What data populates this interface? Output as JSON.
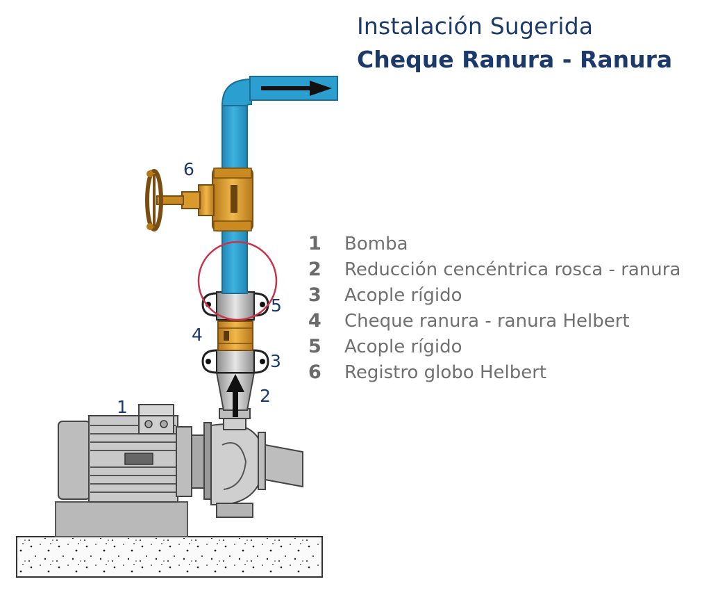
{
  "header": {
    "title": "Instalación Sugerida",
    "subtitle": "Cheque Ranura - Ranura"
  },
  "legend": [
    {
      "num": "1",
      "label": "Bomba"
    },
    {
      "num": "2",
      "label": "Reducción cencéntrica rosca - ranura"
    },
    {
      "num": "3",
      "label": "Acople rígido"
    },
    {
      "num": "4",
      "label": "Cheque ranura - ranura Helbert"
    },
    {
      "num": "5",
      "label": "Acople rígido"
    },
    {
      "num": "6",
      "label": "Registro globo Helbert"
    }
  ],
  "callouts": {
    "c1": "1",
    "c2": "2",
    "c3": "3",
    "c4": "4",
    "c5": "5",
    "c6": "6"
  },
  "colors": {
    "title": "#1b3a6b",
    "pipe": "#2b9fcf",
    "valve_brass": "#d99a2b",
    "highlight_circle": "#c8344a",
    "legend_text": "#707070"
  }
}
